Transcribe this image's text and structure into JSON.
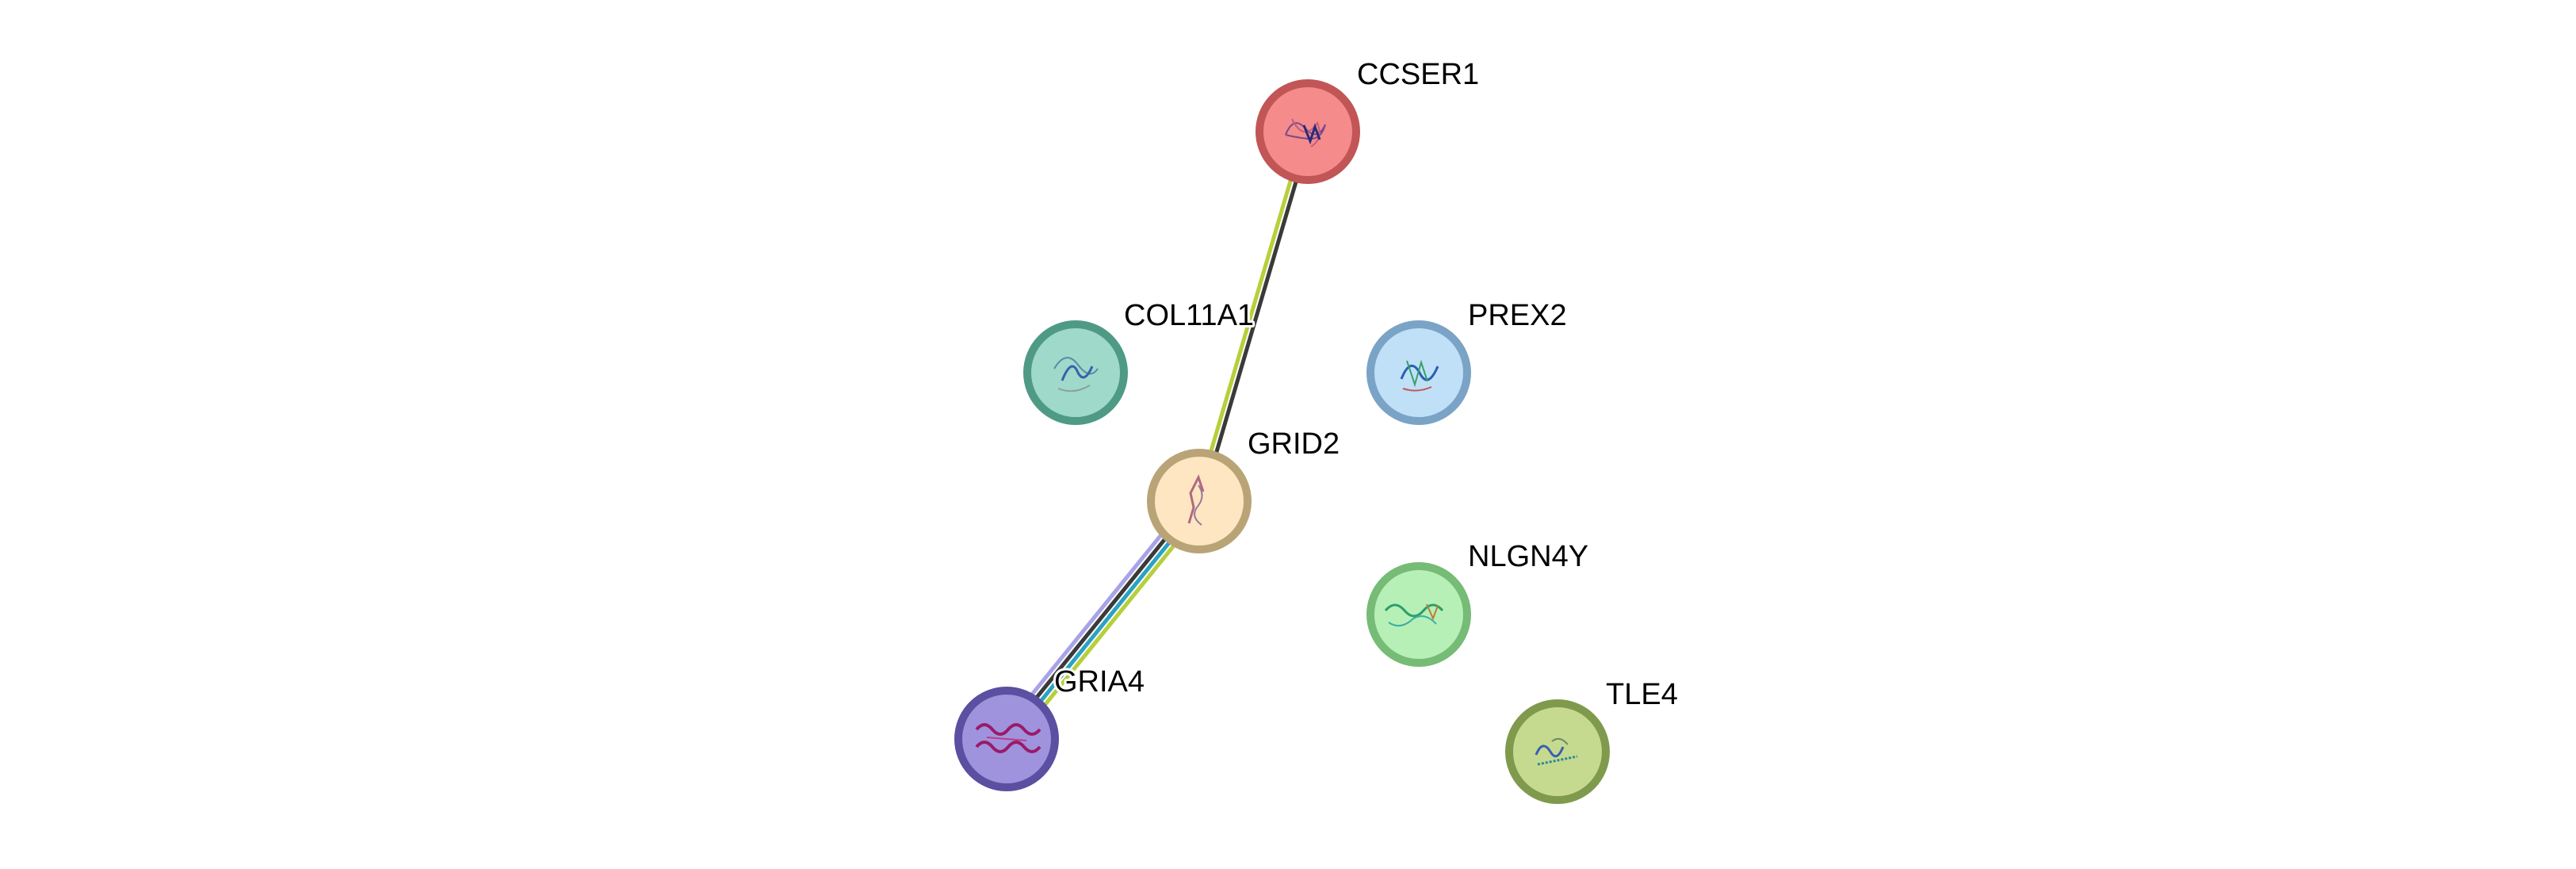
{
  "network": {
    "nodes": [
      {
        "id": "CCSER1",
        "label": "CCSER1",
        "color": "#f58b8b",
        "border": "#c25555"
      },
      {
        "id": "COL11A1",
        "label": "COL11A1",
        "color": "#9fd9c9",
        "border": "#4f9a84"
      },
      {
        "id": "PREX2",
        "label": "PREX2",
        "color": "#bfe0f7",
        "border": "#7aa3c6"
      },
      {
        "id": "GRID2",
        "label": "GRID2",
        "color": "#fde6c1",
        "border": "#b9a477"
      },
      {
        "id": "NLGN4Y",
        "label": "NLGN4Y",
        "color": "#b7f0b7",
        "border": "#76bb76"
      },
      {
        "id": "GRIA4",
        "label": "GRIA4",
        "color": "#9f93dd",
        "border": "#5a4fa0"
      },
      {
        "id": "TLE4",
        "label": "TLE4",
        "color": "#c6da8f",
        "border": "#7f9a4c"
      }
    ],
    "edges": [
      {
        "source": "CCSER1",
        "target": "GRID2",
        "colors": [
          "#3a3a3a",
          "#b7cf3a"
        ]
      },
      {
        "source": "GRID2",
        "target": "GRIA4",
        "colors": [
          "#b7cf3a",
          "#2ba2c2",
          "#3a3a3a",
          "#a8a3e8"
        ]
      }
    ]
  }
}
